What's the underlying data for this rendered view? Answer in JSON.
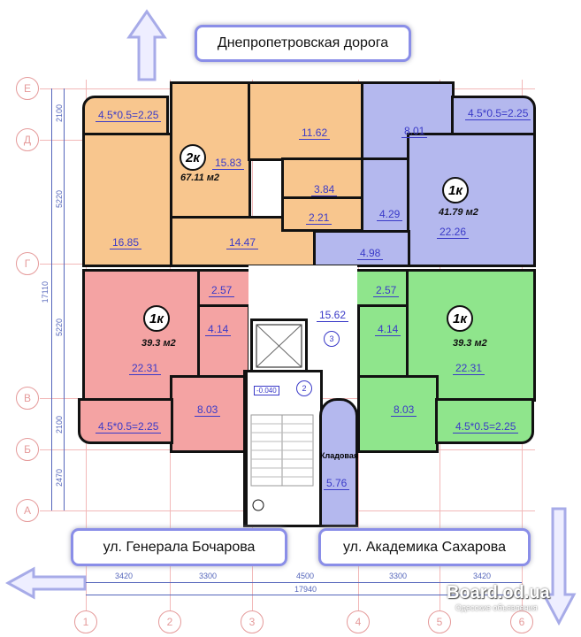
{
  "road_top": "Днепропетровская дорога",
  "street_left": "ул. Генерала Бочарова",
  "street_right": "ул. Академика Сахарова",
  "axes_rows": [
    "Е",
    "Д",
    "Г",
    "В",
    "Б",
    "А"
  ],
  "axes_cols": [
    "1",
    "2",
    "3",
    "4",
    "5",
    "6"
  ],
  "dims_vertical": {
    "d1": "2100",
    "d2": "5220",
    "total": "17110",
    "d3": "5220",
    "d4": "2100",
    "d5": "2470"
  },
  "dims_horizontal": {
    "d1": "3420",
    "d2": "3300",
    "d3": "4500",
    "d4": "3300",
    "d5": "3420",
    "total": "17940"
  },
  "apartments": {
    "a2k": {
      "type": "2к",
      "total": "67.11 м2",
      "rooms": {
        "balcony": "4.5*0.5=2.25",
        "bedroom": "16.85",
        "room": "15.83",
        "hall": "14.47",
        "kitchen": "11.62",
        "bath": "3.84",
        "wc": "2.21"
      }
    },
    "a1k_blue": {
      "type": "1к",
      "total": "41.79 м2",
      "rooms": {
        "kitchen": "8.01",
        "bath": "4.29",
        "room": "22.26",
        "balcony": "4.5*0.5=2.25",
        "hall": "4.98"
      }
    },
    "a1k_red": {
      "type": "1к",
      "total": "39.3 м2",
      "rooms": {
        "room": "22.31",
        "hall": "2.57",
        "bath": "4.14",
        "kitchen": "8.03",
        "balcony": "4.5*0.5=2.25"
      }
    },
    "a1k_green": {
      "type": "1к",
      "total": "39.3 м2",
      "rooms": {
        "room": "22.31",
        "hall": "2.57",
        "bath": "4.14",
        "kitchen": "8.03",
        "balcony": "4.5*0.5=2.25"
      }
    }
  },
  "common": {
    "corridor": "15.62",
    "corridor_no": "3",
    "stair_no": "2",
    "level": "-0.040",
    "storage_label": "Кладовая",
    "storage_area": "5.76"
  },
  "watermark": {
    "title": "Board.od.ua",
    "subtitle": "Одесские объявления"
  },
  "colors": {
    "orange": "#f8c68e",
    "blue": "#b4b8ee",
    "red": "#f4a3a3",
    "green": "#8fe58c"
  }
}
